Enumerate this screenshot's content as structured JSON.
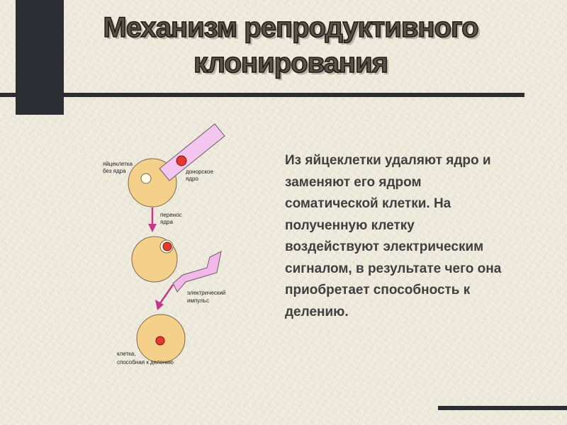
{
  "title": {
    "line1": "Механизм репродуктивного",
    "line2": "клонирования"
  },
  "diagram": {
    "labels": {
      "egg_without_nucleus": [
        "яйцеклетка",
        "без ядра"
      ],
      "donor_nucleus": [
        "донорское",
        "ядро"
      ],
      "nucleus_transfer": [
        "перенос",
        "ядра"
      ],
      "electric_impulse": [
        "электрический",
        "импульс"
      ],
      "dividing_cell": [
        "клетка,",
        "способная к делению"
      ]
    },
    "colors": {
      "cell": "#f5d08a",
      "nucleus": "#e8372c",
      "pipette": "#f2c6ee",
      "arrow": "#c2398a",
      "lightning": "#f2b8e8"
    }
  },
  "body_text": "Из яйцеклетки удаляют ядро и заменяют его ядром соматической клетки. На полученную клетку воздействуют электрическим сигналом, в результате чего она приобретает способность к делению."
}
